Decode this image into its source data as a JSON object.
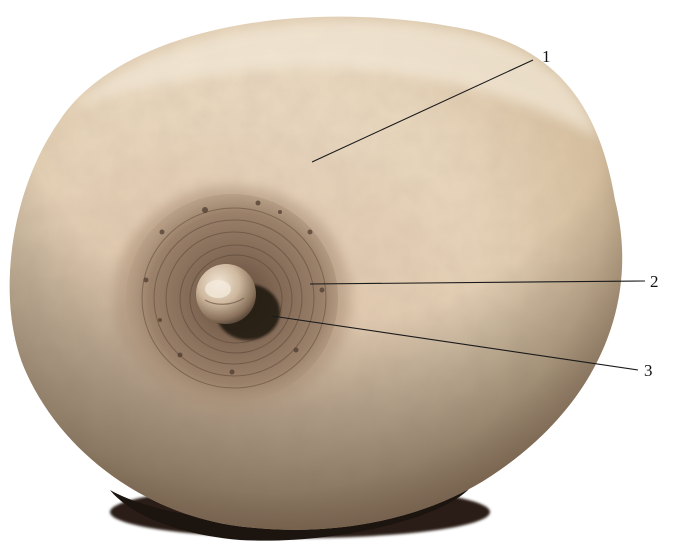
{
  "figure": {
    "colors": {
      "skin_light": "#efe2cc",
      "skin_mid": "#d9c2a3",
      "skin_shadow": "#8a6e55",
      "areola_outer": "#a58a72",
      "areola_inner": "#7a6250",
      "nipple": "#d8c4ad",
      "nipple_shadow": "#2c2018",
      "base_shadow": "#2a1f18",
      "leader_line": "#1a1a1a"
    },
    "callouts": [
      {
        "number": "1"
      },
      {
        "number": "2"
      },
      {
        "number": "3"
      }
    ]
  }
}
